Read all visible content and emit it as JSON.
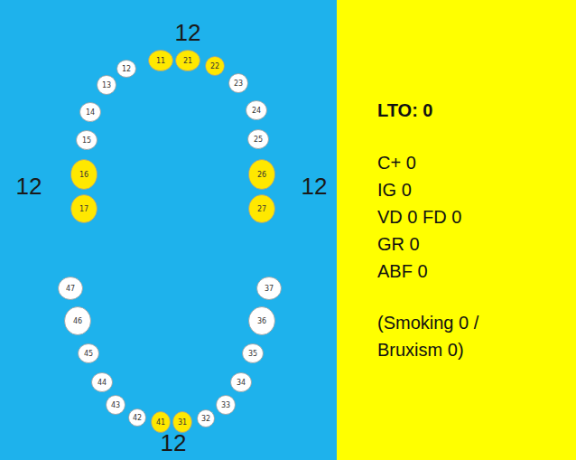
{
  "diagram": {
    "nodes": [
      {
        "text": [
          "17"
        ]
      },
      {
        "text": [
          "16"
        ]
      },
      {
        "text": [
          "15"
        ]
      },
      {
        "text": [
          "14"
        ]
      },
      {
        "text": [
          "13"
        ]
      },
      {
        "text": [
          "12"
        ]
      },
      {
        "text": [
          "11"
        ]
      },
      {
        "text": [
          "21"
        ]
      },
      {
        "text": [
          "22"
        ]
      },
      {
        "text": [
          "23"
        ]
      },
      {
        "text": [
          "24"
        ]
      },
      {
        "text": [
          "25"
        ]
      },
      {
        "text": [
          "26"
        ]
      },
      {
        "text": [
          "27"
        ]
      },
      {
        "text": [
          "47"
        ]
      },
      {
        "text": [
          "46"
        ]
      },
      {
        "text": [
          "45"
        ]
      },
      {
        "text": [
          "44"
        ]
      },
      {
        "text": [
          "43"
        ]
      },
      {
        "text": [
          "42"
        ]
      },
      {
        "text": [
          "41"
        ]
      },
      {
        "text": [
          "31"
        ]
      },
      {
        "text": [
          "32"
        ]
      },
      {
        "text": [
          "33"
        ]
      },
      {
        "text": [
          "34"
        ]
      },
      {
        "text": [
          "35"
        ]
      },
      {
        "text": [
          "36"
        ]
      },
      {
        "text": [
          "37"
        ]
      },
      {
        "text": [
          "LTO: 0",
          "C+ 0",
          "IG 0",
          "VD 0 FD 0",
          "GR 0",
          "ABF 0",
          "(Smoking 0 / Bruxism 0)"
        ]
      }
    ],
    "labels": [
      "12",
      "12",
      "12",
      "12"
    ]
  }
}
